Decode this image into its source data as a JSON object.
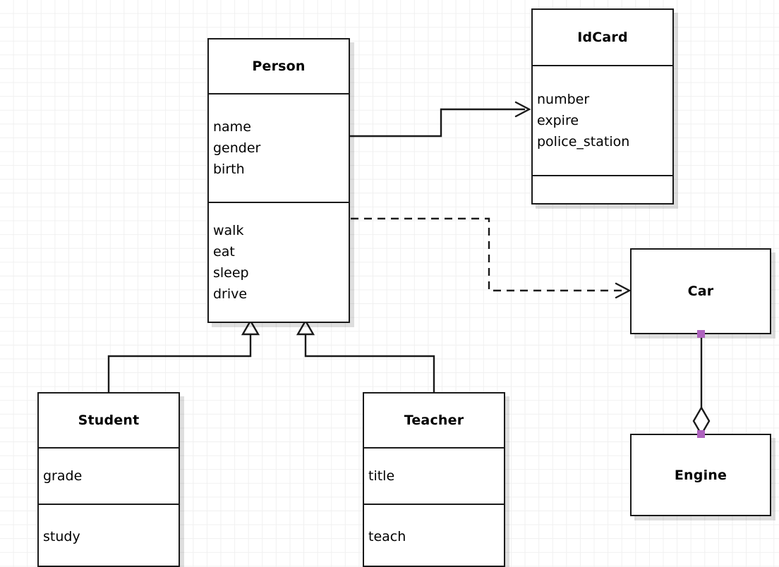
{
  "diagram": {
    "type": "uml-class-diagram",
    "background": "#ffffff",
    "grid_color": "#f0f0f0",
    "line_color": "#1a1a1a",
    "handle_color": "#ae62be"
  },
  "classes": {
    "person": {
      "name": "Person",
      "attributes": [
        "name",
        "gender",
        "birth"
      ],
      "methods": [
        "walk",
        "eat",
        "sleep",
        "drive"
      ]
    },
    "idcard": {
      "name": "IdCard",
      "attributes": [
        "number",
        "expire",
        "police_station"
      ],
      "methods": []
    },
    "student": {
      "name": "Student",
      "attributes": [
        "grade"
      ],
      "methods": [
        "study"
      ]
    },
    "teacher": {
      "name": "Teacher",
      "attributes": [
        "title"
      ],
      "methods": [
        "teach"
      ]
    },
    "car": {
      "name": "Car",
      "attributes": [],
      "methods": []
    },
    "engine": {
      "name": "Engine",
      "attributes": [],
      "methods": []
    }
  },
  "relationships": [
    {
      "id": "person-idcard",
      "kind": "association",
      "style": "solid",
      "arrow": "open",
      "from": "Person",
      "to": "IdCard"
    },
    {
      "id": "person-car",
      "kind": "dependency",
      "style": "dashed",
      "arrow": "open",
      "from": "Person",
      "to": "Car"
    },
    {
      "id": "student-person",
      "kind": "generalization",
      "style": "solid",
      "arrow": "hollow-triangle",
      "from": "Student",
      "to": "Person"
    },
    {
      "id": "teacher-person",
      "kind": "generalization",
      "style": "solid",
      "arrow": "hollow-triangle",
      "from": "Teacher",
      "to": "Person"
    },
    {
      "id": "car-engine",
      "kind": "aggregation",
      "style": "solid",
      "arrow": "hollow-diamond",
      "from": "Car",
      "to": "Engine"
    }
  ]
}
